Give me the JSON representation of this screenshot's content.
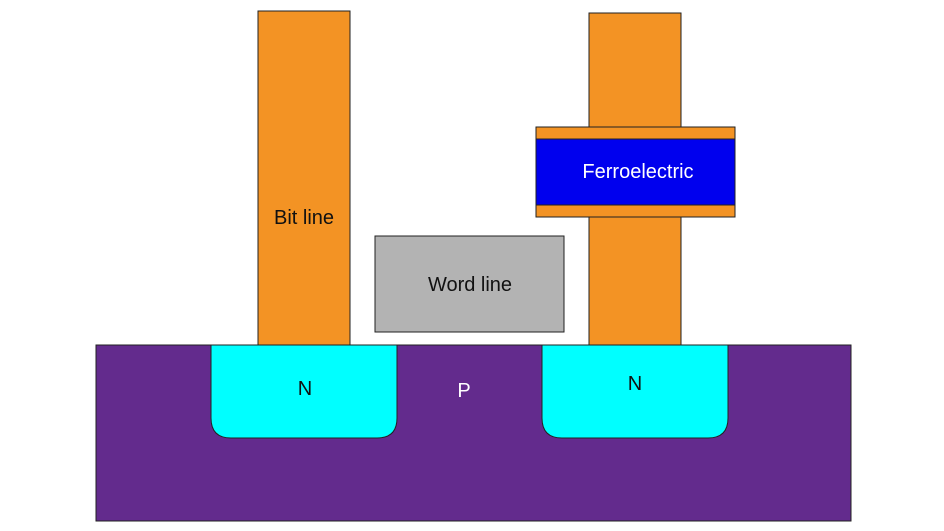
{
  "labels": {
    "bit_line": "Bit line",
    "word_line": "Word line",
    "ferroelectric": "Ferroelectric",
    "n_left": "N",
    "p_substrate": "P",
    "n_right": "N"
  },
  "colors": {
    "metal": "#f39324",
    "gate": "#b3b3b3",
    "ferroelectric": "#0000ee",
    "n_well": "#00ffff",
    "p_substrate": "#632b8d",
    "outline": "#222222"
  }
}
